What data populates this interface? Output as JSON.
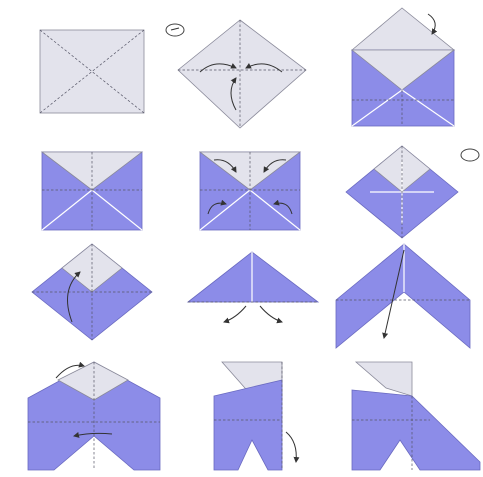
{
  "diagram": {
    "steps": [
      {
        "step": 1,
        "symbols": []
      },
      {
        "step": 2,
        "symbols": [
          "turn-over-icon"
        ]
      },
      {
        "step": 3,
        "symbols": [
          "fold-arrow-icon"
        ]
      },
      {
        "step": 4,
        "symbols": []
      },
      {
        "step": 5,
        "symbols": [
          "fold-arrow-icon"
        ]
      },
      {
        "step": 6,
        "symbols": [
          "turn-over-icon"
        ]
      },
      {
        "step": 7,
        "symbols": [
          "fold-arrow-icon"
        ]
      },
      {
        "step": 8,
        "symbols": [
          "fold-arrow-icon"
        ]
      },
      {
        "step": 9,
        "symbols": [
          "fold-arrow-icon"
        ]
      },
      {
        "step": 10,
        "symbols": [
          "fold-arrow-icon"
        ]
      },
      {
        "step": 11,
        "symbols": [
          "fold-arrow-icon"
        ]
      },
      {
        "step": 12,
        "symbols": []
      }
    ],
    "colors": {
      "paper_light": "#e3e3ec",
      "paper_blue": "#8c8ce8",
      "background": "#ffffff"
    }
  }
}
